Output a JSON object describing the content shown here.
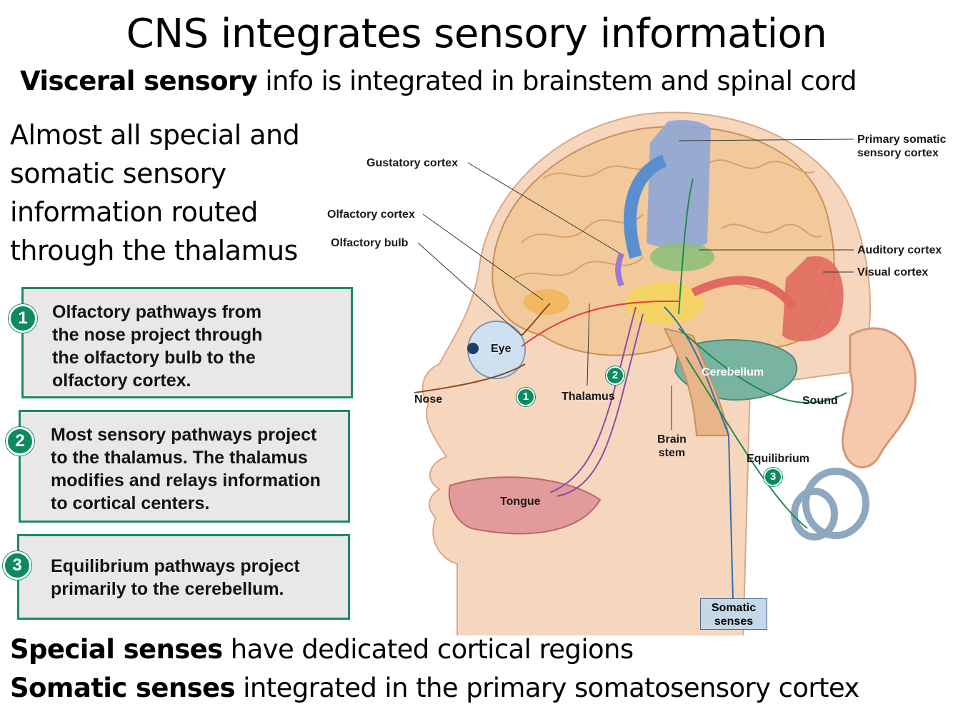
{
  "title": "CNS integrates sensory information",
  "subtitle": {
    "bold": "Visceral sensory",
    "rest": " info is integrated in brainstem and spinal cord"
  },
  "intro_lines": [
    "Almost all special and",
    "somatic sensory",
    "information routed",
    "through the thalamus"
  ],
  "steps": [
    {
      "number": "1",
      "lines": [
        "Olfactory pathways from",
        "the nose project through",
        "the olfactory bulb to the",
        "olfactory cortex."
      ]
    },
    {
      "number": "2",
      "lines": [
        "Most sensory pathways project",
        "to the thalamus. The thalamus",
        "modifies and relays information",
        "to cortical centers."
      ]
    },
    {
      "number": "3",
      "lines": [
        "Equilibrium pathways project",
        "primarily to the cerebellum."
      ]
    }
  ],
  "diagram_labels": {
    "gustatory": "Gustatory cortex",
    "olfactory_cortex": "Olfactory cortex",
    "olfactory_bulb": "Olfactory bulb",
    "primary_somatic_1": "Primary somatic",
    "primary_somatic_2": "sensory cortex",
    "auditory": "Auditory cortex",
    "visual": "Visual cortex",
    "eye": "Eye",
    "nose": "Nose",
    "thalamus": "Thalamus",
    "cerebellum": "Cerebellum",
    "sound": "Sound",
    "brain_stem_1": "Brain",
    "brain_stem_2": "stem",
    "equilibrium": "Equilibrium",
    "tongue": "Tongue",
    "somatic_1": "Somatic",
    "somatic_2": "senses",
    "badge1": "1",
    "badge2": "2",
    "badge3": "3"
  },
  "bottom": [
    {
      "bold": "Special senses",
      "rest": " have dedicated cortical regions"
    },
    {
      "bold": "Somatic senses",
      "rest": " integrated in the primary somatosensory cortex"
    }
  ],
  "colors": {
    "teal": "#1b8a6c",
    "brain": "#f2c99a",
    "somatic_cortex": "#8fa6d6",
    "visual": "#e06a5e",
    "auditory": "#8fbf7a",
    "thalamus": "#f4d35e",
    "cerebellum": "#79b3a2"
  }
}
